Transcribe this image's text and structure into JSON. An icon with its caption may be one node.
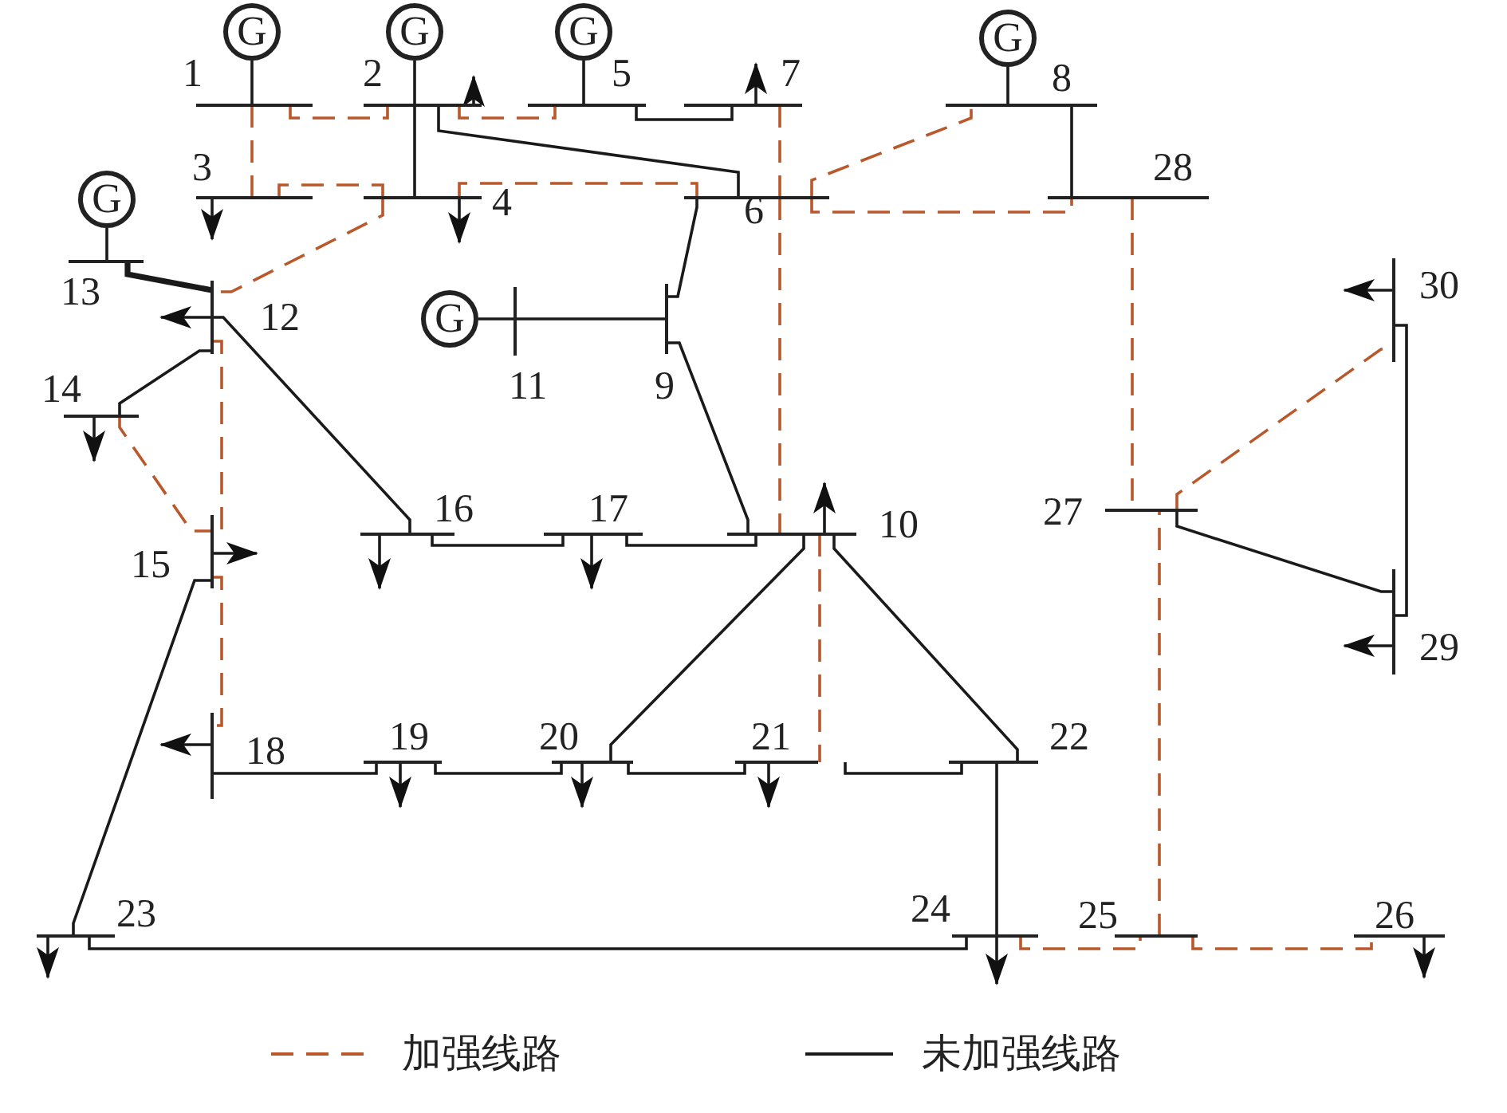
{
  "diagram": {
    "nodes": [
      {
        "text": [
          "G"
        ]
      },
      {
        "text": [
          "G"
        ]
      },
      {
        "text": [
          "G"
        ]
      },
      {
        "text": [
          "G"
        ]
      },
      {
        "text": [
          "1"
        ]
      },
      {
        "text": [
          "2"
        ]
      },
      {
        "text": [
          "5"
        ]
      },
      {
        "text": [
          "7"
        ]
      },
      {
        "text": [
          "8"
        ]
      },
      {
        "text": [
          "3"
        ]
      },
      {
        "text": [
          "4"
        ]
      },
      {
        "text": [
          "6"
        ]
      },
      {
        "text": [
          "28"
        ]
      },
      {
        "text": [
          "G"
        ]
      },
      {
        "text": [
          "13"
        ]
      },
      {
        "text": [
          "12"
        ]
      },
      {
        "text": [
          "30"
        ]
      },
      {
        "text": [
          "G"
        ]
      },
      {
        "text": [
          "11"
        ]
      },
      {
        "text": [
          "9"
        ]
      },
      {
        "text": [
          "14"
        ]
      },
      {
        "text": [
          "16"
        ]
      },
      {
        "text": [
          "17"
        ]
      },
      {
        "text": [
          "10"
        ]
      },
      {
        "text": [
          "27"
        ]
      },
      {
        "text": [
          "15"
        ]
      },
      {
        "text": [
          "29"
        ]
      },
      {
        "text": [
          "18"
        ]
      },
      {
        "text": [
          "19"
        ]
      },
      {
        "text": [
          "20"
        ]
      },
      {
        "text": [
          "21"
        ]
      },
      {
        "text": [
          "22"
        ]
      },
      {
        "text": [
          "23"
        ]
      },
      {
        "text": [
          "24"
        ]
      },
      {
        "text": [
          "25"
        ]
      },
      {
        "text": [
          "26"
        ]
      }
    ],
    "edges": [
      {
        "from": 0,
        "to": 4,
        "arrow": "none"
      },
      {
        "from": 1,
        "to": 5,
        "arrow": "none"
      },
      {
        "from": 2,
        "to": 6,
        "arrow": "none"
      },
      {
        "from": 3,
        "to": 8,
        "arrow": "none"
      },
      {
        "from": 13,
        "to": 14,
        "arrow": "none"
      },
      {
        "from": 17,
        "to": 18,
        "arrow": "none"
      },
      {
        "from": 4,
        "to": 5,
        "arrow": "none",
        "style": "dashed",
        "color": "#b8582b"
      },
      {
        "from": 4,
        "to": 9,
        "arrow": "none",
        "style": "dashed",
        "color": "#b8582b"
      },
      {
        "from": 5,
        "to": 10,
        "arrow": "none"
      },
      {
        "from": 9,
        "to": 10,
        "arrow": "none",
        "style": "dashed",
        "color": "#b8582b"
      },
      {
        "from": 5,
        "to": 6,
        "arrow": "none",
        "style": "dashed",
        "color": "#b8582b"
      },
      {
        "from": 5,
        "to": 11,
        "arrow": "none"
      },
      {
        "from": 10,
        "to": 11,
        "arrow": "none",
        "style": "dashed",
        "color": "#b8582b"
      },
      {
        "from": 6,
        "to": 7,
        "arrow": "none"
      },
      {
        "from": 11,
        "to": 7,
        "arrow": "none",
        "style": "dashed",
        "color": "#b8582b"
      },
      {
        "from": 11,
        "to": 8,
        "arrow": "none",
        "style": "dashed",
        "color": "#b8582b"
      },
      {
        "from": 11,
        "to": 19,
        "arrow": "none"
      },
      {
        "from": 11,
        "to": 23,
        "arrow": "none",
        "style": "dashed",
        "color": "#b8582b"
      },
      {
        "from": 11,
        "to": 12,
        "arrow": "none",
        "style": "dashed",
        "color": "#b8582b"
      },
      {
        "from": 8,
        "to": 12,
        "arrow": "none"
      },
      {
        "from": 19,
        "to": 18,
        "arrow": "none"
      },
      {
        "from": 19,
        "to": 23,
        "arrow": "none"
      },
      {
        "from": 10,
        "to": 15,
        "arrow": "none",
        "style": "dashed",
        "color": "#b8582b"
      },
      {
        "from": 15,
        "to": 14,
        "arrow": "none",
        "style": "thick"
      },
      {
        "from": 15,
        "to": 20,
        "arrow": "none"
      },
      {
        "from": 15,
        "to": 25,
        "arrow": "none",
        "style": "dashed",
        "color": "#b8582b"
      },
      {
        "from": 15,
        "to": 21,
        "arrow": "none"
      },
      {
        "from": 20,
        "to": 25,
        "arrow": "none",
        "style": "dashed",
        "color": "#b8582b"
      },
      {
        "from": 25,
        "to": 27,
        "arrow": "none",
        "style": "dashed",
        "color": "#b8582b"
      },
      {
        "from": 25,
        "to": 32,
        "arrow": "none"
      },
      {
        "from": 21,
        "to": 22,
        "arrow": "none"
      },
      {
        "from": 22,
        "to": 23,
        "arrow": "none"
      },
      {
        "from": 23,
        "to": 29,
        "arrow": "none"
      },
      {
        "from": 23,
        "to": 30,
        "arrow": "none",
        "style": "dashed",
        "color": "#b8582b"
      },
      {
        "from": 23,
        "to": 31,
        "arrow": "none"
      },
      {
        "from": 27,
        "to": 28,
        "arrow": "none"
      },
      {
        "from": 28,
        "to": 29,
        "arrow": "none"
      },
      {
        "from": 29,
        "to": 30,
        "arrow": "none"
      },
      {
        "from": 30,
        "to": 31,
        "arrow": "none"
      },
      {
        "from": 31,
        "to": 33,
        "arrow": "none"
      },
      {
        "from": 32,
        "to": 33,
        "arrow": "none"
      },
      {
        "from": 33,
        "to": 34,
        "arrow": "none",
        "style": "dashed",
        "color": "#b8582b"
      },
      {
        "from": 34,
        "to": 35,
        "arrow": "none",
        "style": "dashed",
        "color": "#b8582b"
      },
      {
        "from": 34,
        "to": 24,
        "arrow": "none",
        "style": "dashed",
        "color": "#b8582b"
      },
      {
        "from": 12,
        "to": 24,
        "arrow": "none",
        "style": "dashed",
        "color": "#b8582b"
      },
      {
        "from": 24,
        "to": 16,
        "arrow": "none",
        "style": "dashed",
        "color": "#b8582b"
      },
      {
        "from": 24,
        "to": 26,
        "arrow": "none"
      },
      {
        "from": 26,
        "to": 16,
        "arrow": "none"
      },
      {
        "from": 5,
        "to": null,
        "arrow": "to"
      },
      {
        "from": 7,
        "to": null,
        "arrow": "to"
      },
      {
        "from": 9,
        "to": null,
        "arrow": "to"
      },
      {
        "from": 10,
        "to": null,
        "arrow": "to"
      },
      {
        "from": 15,
        "to": null,
        "arrow": "to"
      },
      {
        "from": 16,
        "to": null,
        "arrow": "to"
      },
      {
        "from": 20,
        "to": null,
        "arrow": "to"
      },
      {
        "from": 21,
        "to": null,
        "arrow": "to"
      },
      {
        "from": 22,
        "to": null,
        "arrow": "to"
      },
      {
        "from": 23,
        "to": null,
        "arrow": "to"
      },
      {
        "from": 25,
        "to": null,
        "arrow": "to"
      },
      {
        "from": 26,
        "to": null,
        "arrow": "to"
      },
      {
        "from": 27,
        "to": null,
        "arrow": "to"
      },
      {
        "from": 28,
        "to": null,
        "arrow": "to"
      },
      {
        "from": 29,
        "to": null,
        "arrow": "to"
      },
      {
        "from": 30,
        "to": null,
        "arrow": "to"
      },
      {
        "from": 33,
        "to": null,
        "arrow": "to"
      },
      {
        "from": 32,
        "to": null,
        "arrow": "to"
      },
      {
        "from": 35,
        "to": null,
        "arrow": "to"
      }
    ],
    "legend": [
      {
        "text": "加强线路"
      },
      {
        "text": "未加强线路"
      }
    ]
  }
}
